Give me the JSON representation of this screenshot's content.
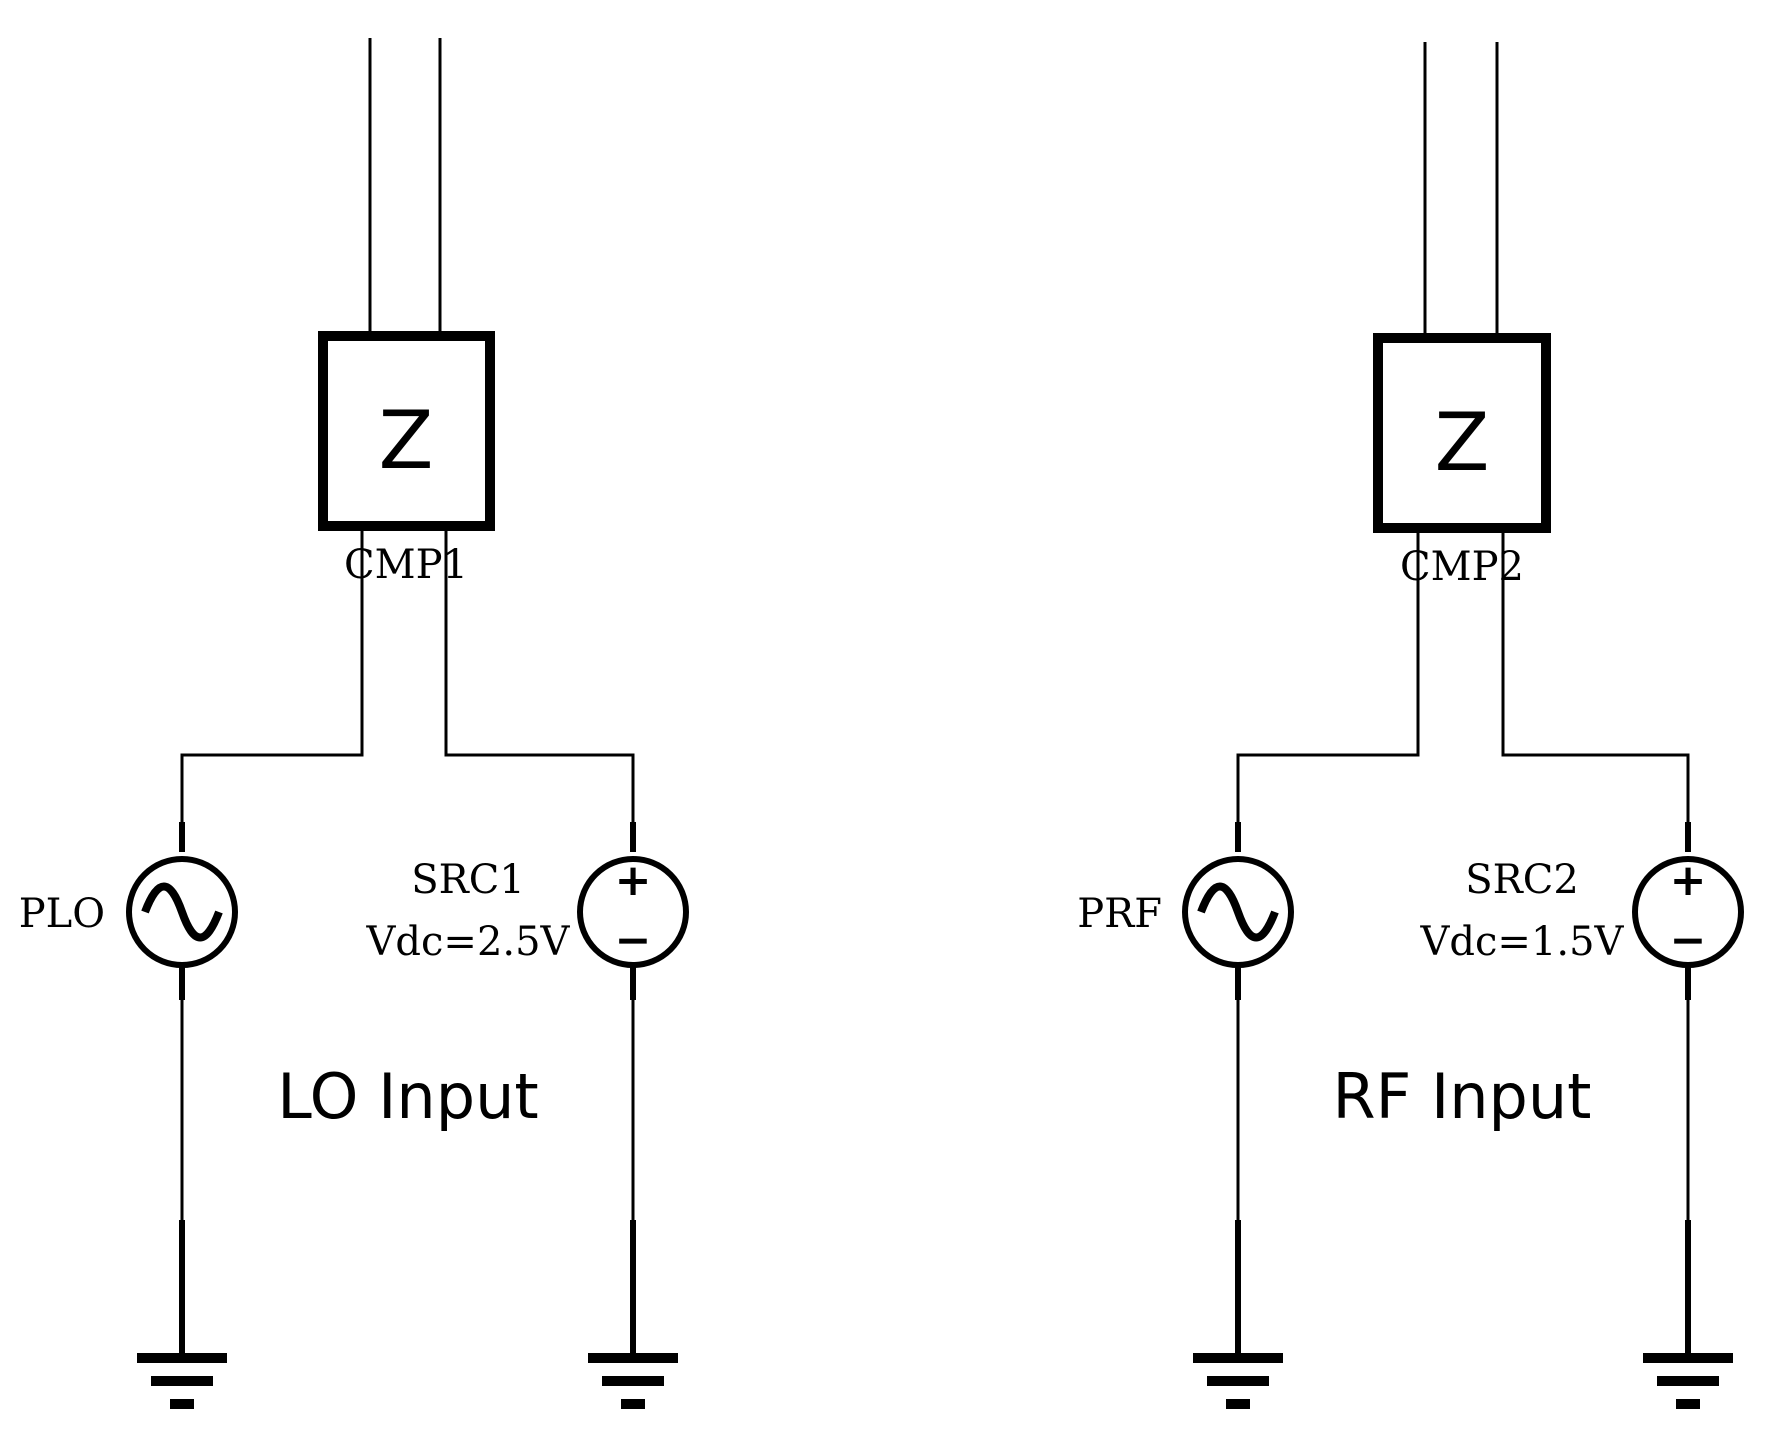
{
  "left": {
    "component_symbol": "Z",
    "component_label": "CMP1",
    "ac_source_label": "PLO",
    "dc_source_name": "SRC1",
    "dc_source_value": "Vdc=2.5V",
    "plus": "+",
    "minus": "−",
    "caption": "LO Input"
  },
  "right": {
    "component_symbol": "Z",
    "component_label": "CMP2",
    "ac_source_label": "PRF",
    "dc_source_name": "SRC2",
    "dc_source_value": "Vdc=1.5V",
    "plus": "+",
    "minus": "−",
    "caption": "RF Input"
  }
}
